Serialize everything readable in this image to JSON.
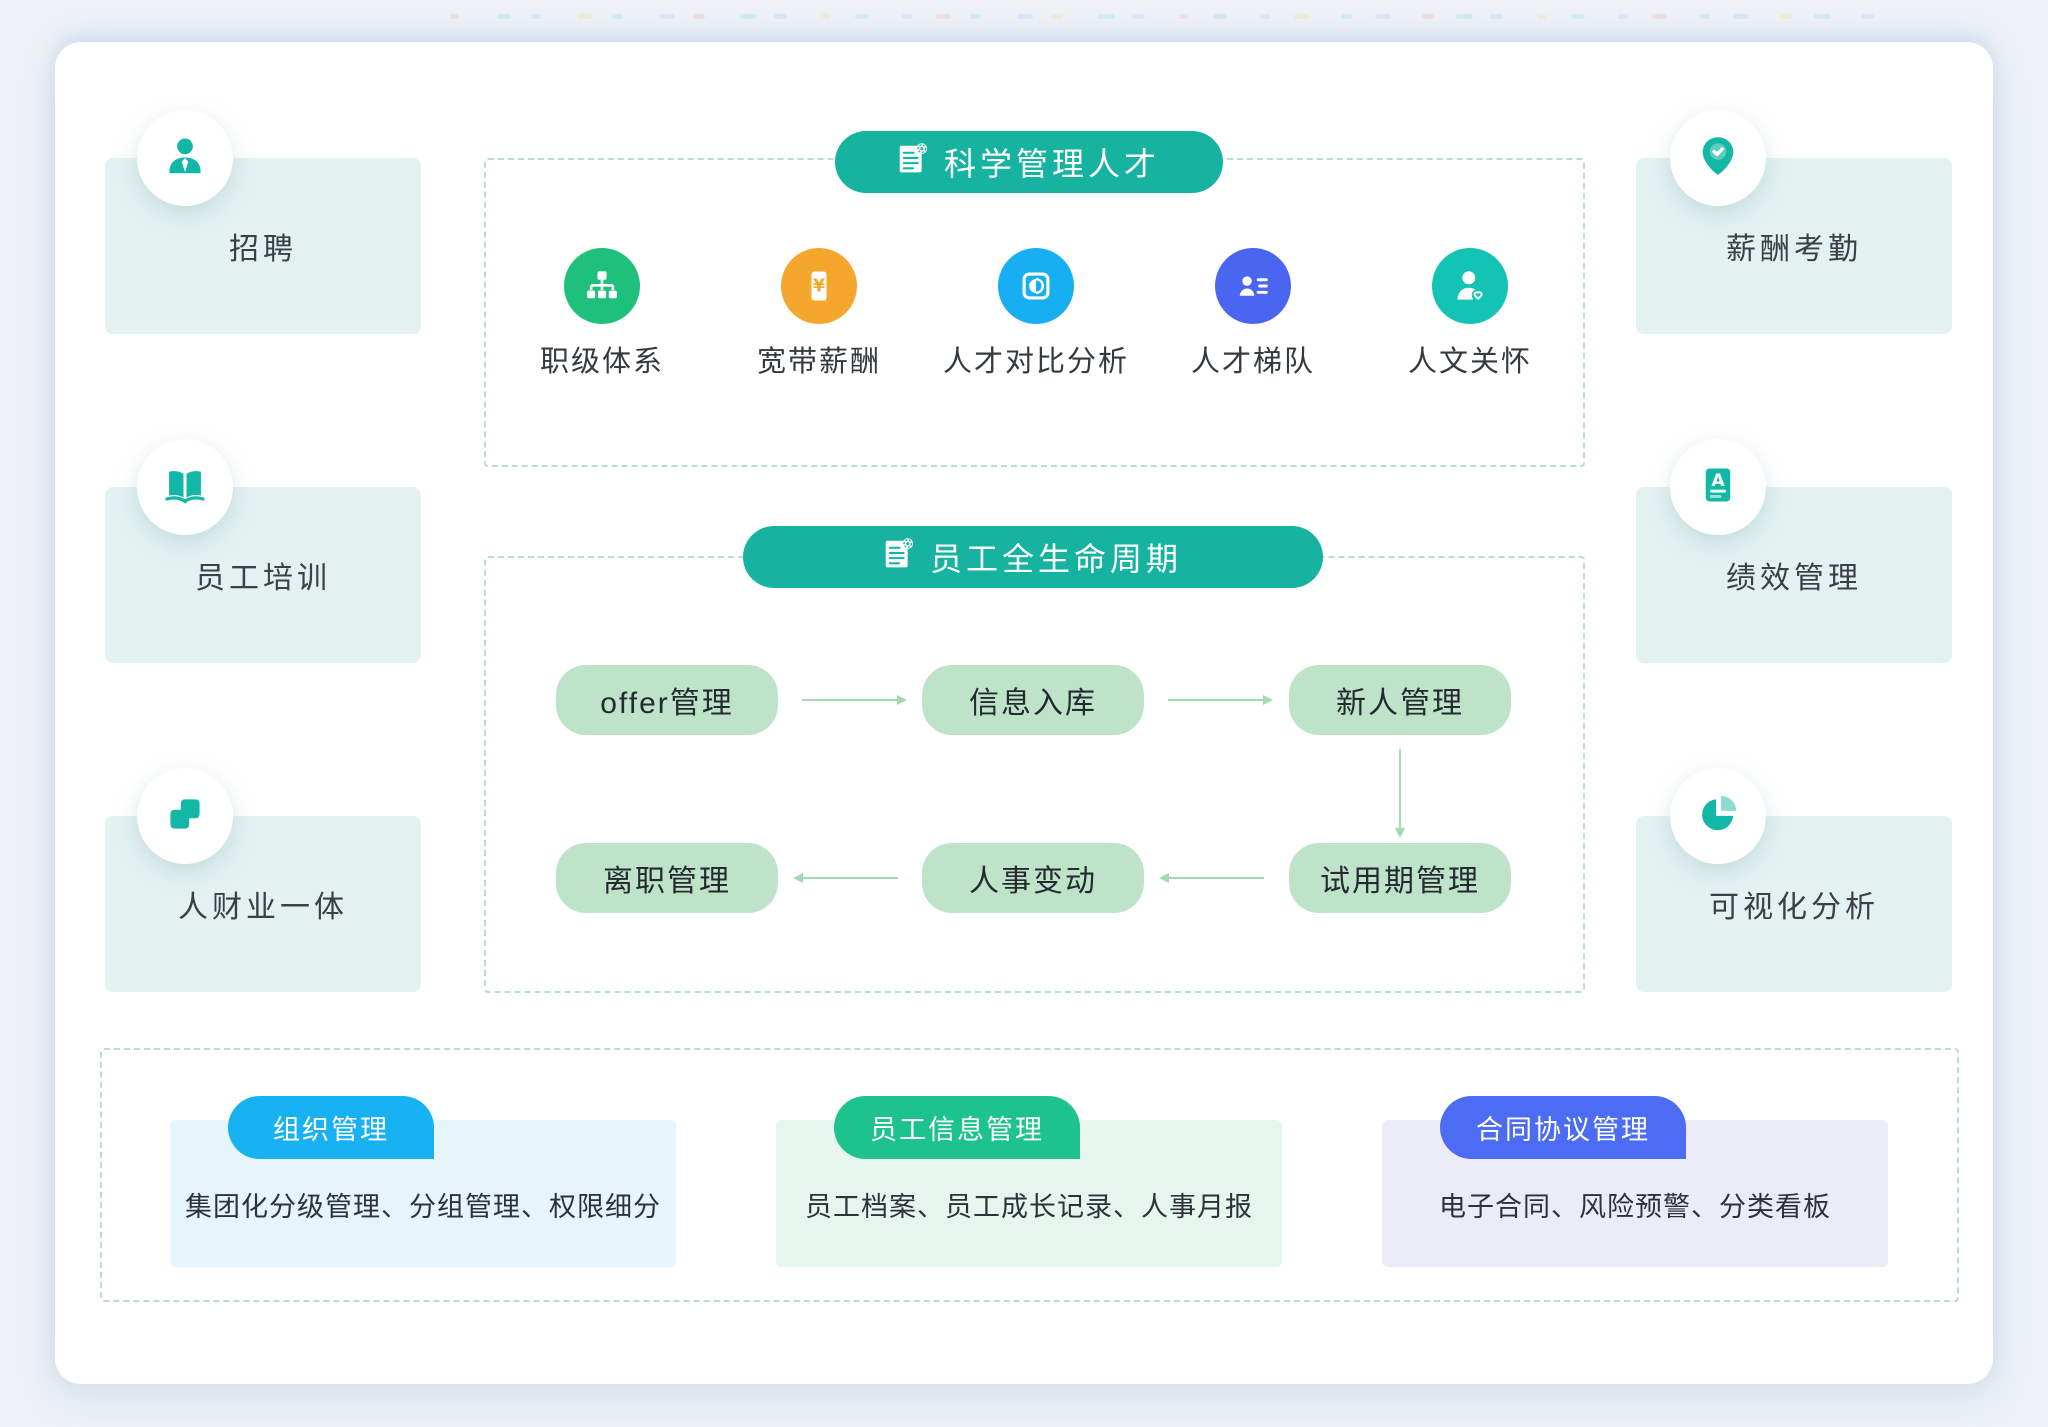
{
  "decor": {
    "colors": [
      "#f87171",
      "#34d399",
      "#60a5fa",
      "#fbbf24",
      "#2dd4bf",
      "#a78bfa"
    ],
    "count": 36
  },
  "side_left": [
    {
      "label": "招聘",
      "icon": "user-tie-icon"
    },
    {
      "label": "员工培训",
      "icon": "open-book-icon"
    },
    {
      "label": "人财业一体",
      "icon": "overlap-squares-icon"
    }
  ],
  "side_right": [
    {
      "label": "薪酬考勤",
      "icon": "location-check-icon"
    },
    {
      "label": "绩效管理",
      "icon": "grade-report-icon"
    },
    {
      "label": "可视化分析",
      "icon": "pie-chart-icon"
    }
  ],
  "talent_panel": {
    "title": "科学管理人才",
    "title_icon": "document-gear-icon",
    "items": [
      {
        "label": "职级体系",
        "icon": "org-chart-icon",
        "color": "#1fc07c"
      },
      {
        "label": "宽带薪酬",
        "icon": "salary-doc-icon",
        "color": "#f5a72d"
      },
      {
        "label": "人才对比分析",
        "icon": "compare-icon",
        "color": "#17aef2"
      },
      {
        "label": "人才梯队",
        "icon": "contact-list-icon",
        "color": "#4a66f0"
      },
      {
        "label": "人文关怀",
        "icon": "care-icon",
        "color": "#13c4b4"
      }
    ]
  },
  "lifecycle_panel": {
    "title": "员工全生命周期",
    "title_icon": "document-gear-icon",
    "row1": [
      "offer管理",
      "信息入库",
      "新人管理"
    ],
    "row2": [
      "离职管理",
      "人事变动",
      "试用期管理"
    ]
  },
  "bottom_panel": {
    "cards": [
      {
        "title": "组织管理",
        "desc": "集团化分级管理、分组管理、权限细分",
        "pill_color": "#18b2f2",
        "card_bg": "#e5f5fb"
      },
      {
        "title": "员工信息管理",
        "desc": "员工档案、员工成长记录、人事月报",
        "pill_color": "#1ec28d",
        "card_bg": "#e7f5ef"
      },
      {
        "title": "合同协议管理",
        "desc": "电子合同、风险预警、分类看板",
        "pill_color": "#4d6cf4",
        "card_bg": "#ececf8"
      }
    ]
  },
  "colors": {
    "page_bg": "#edf1f6",
    "card_bg": "#ffffff",
    "accent_teal": "#16b3a0",
    "icon_teal": "#12b7a6",
    "side_box_bg": "#e3f2f1",
    "dashed_border": "#b7dfca",
    "flow_pill_bg": "#bfe3c9",
    "arrow": "#a5d8b4",
    "text_dark": "#333a40"
  }
}
